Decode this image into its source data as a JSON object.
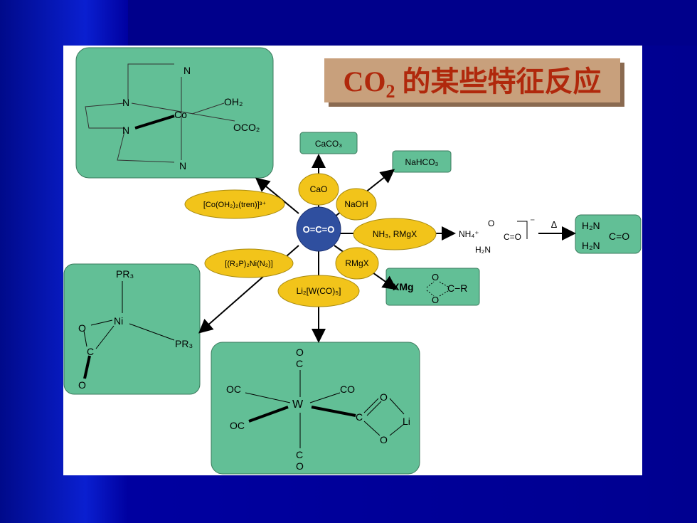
{
  "title": {
    "text": "CO",
    "sub": "2",
    "rest": " 的某些特征反应"
  },
  "center": "O=C=O",
  "reagents": {
    "cao": "CaO",
    "naoh": "NaOH",
    "nh3": "NH₃, RMgX",
    "rmgx": "RMgX",
    "li2w": "Li₂[W(CO)₅]",
    "ni": "[(R₃P)₂Ni(N₂)]",
    "co": "[Co(OH₂)₂(tren)]³⁺"
  },
  "products": {
    "caco3": "CaCO₃",
    "nahco3": "NaHCO₃",
    "carbamate_cation": "NH₄⁺",
    "carbamate_c": "C=O",
    "carbamate_o": "O",
    "carbamate_h2n": "H₂N",
    "carbamate_charge": "⁻",
    "delta": "Δ",
    "urea_h2n_top": "H₂N",
    "urea_h2n_bottom": "H₂N",
    "urea_c": "C=O",
    "xmg": "XMg",
    "xmg_c": "C−R",
    "xmg_o1": "O",
    "xmg_o2": "O"
  },
  "co_complex": {
    "n_top": "N",
    "n_left1": "N",
    "n_left2": "N",
    "n_bottom": "N",
    "co": "Co",
    "oh2": "OH₂",
    "oco2": "OCO₂"
  },
  "ni_complex": {
    "pr3_top": "PR₃",
    "pr3_right": "PR₃",
    "ni": "Ni",
    "o1": "O",
    "c": "C",
    "o2": "O"
  },
  "w_complex": {
    "w": "W",
    "co_top": "C",
    "o_top": "O",
    "oc_left": "OC",
    "oc_left2": "OC",
    "co_right": "CO",
    "c_ring": "C",
    "o_ring1": "O",
    "o_ring2": "O",
    "li": "Li",
    "co_bottom_c": "C",
    "co_bottom_o": "O"
  },
  "colors": {
    "green": "#62bf96",
    "yellow": "#f2c41a",
    "blue": "#2f4f9f",
    "title_bg": "#c8a07c",
    "title_text": "#b0280c"
  }
}
